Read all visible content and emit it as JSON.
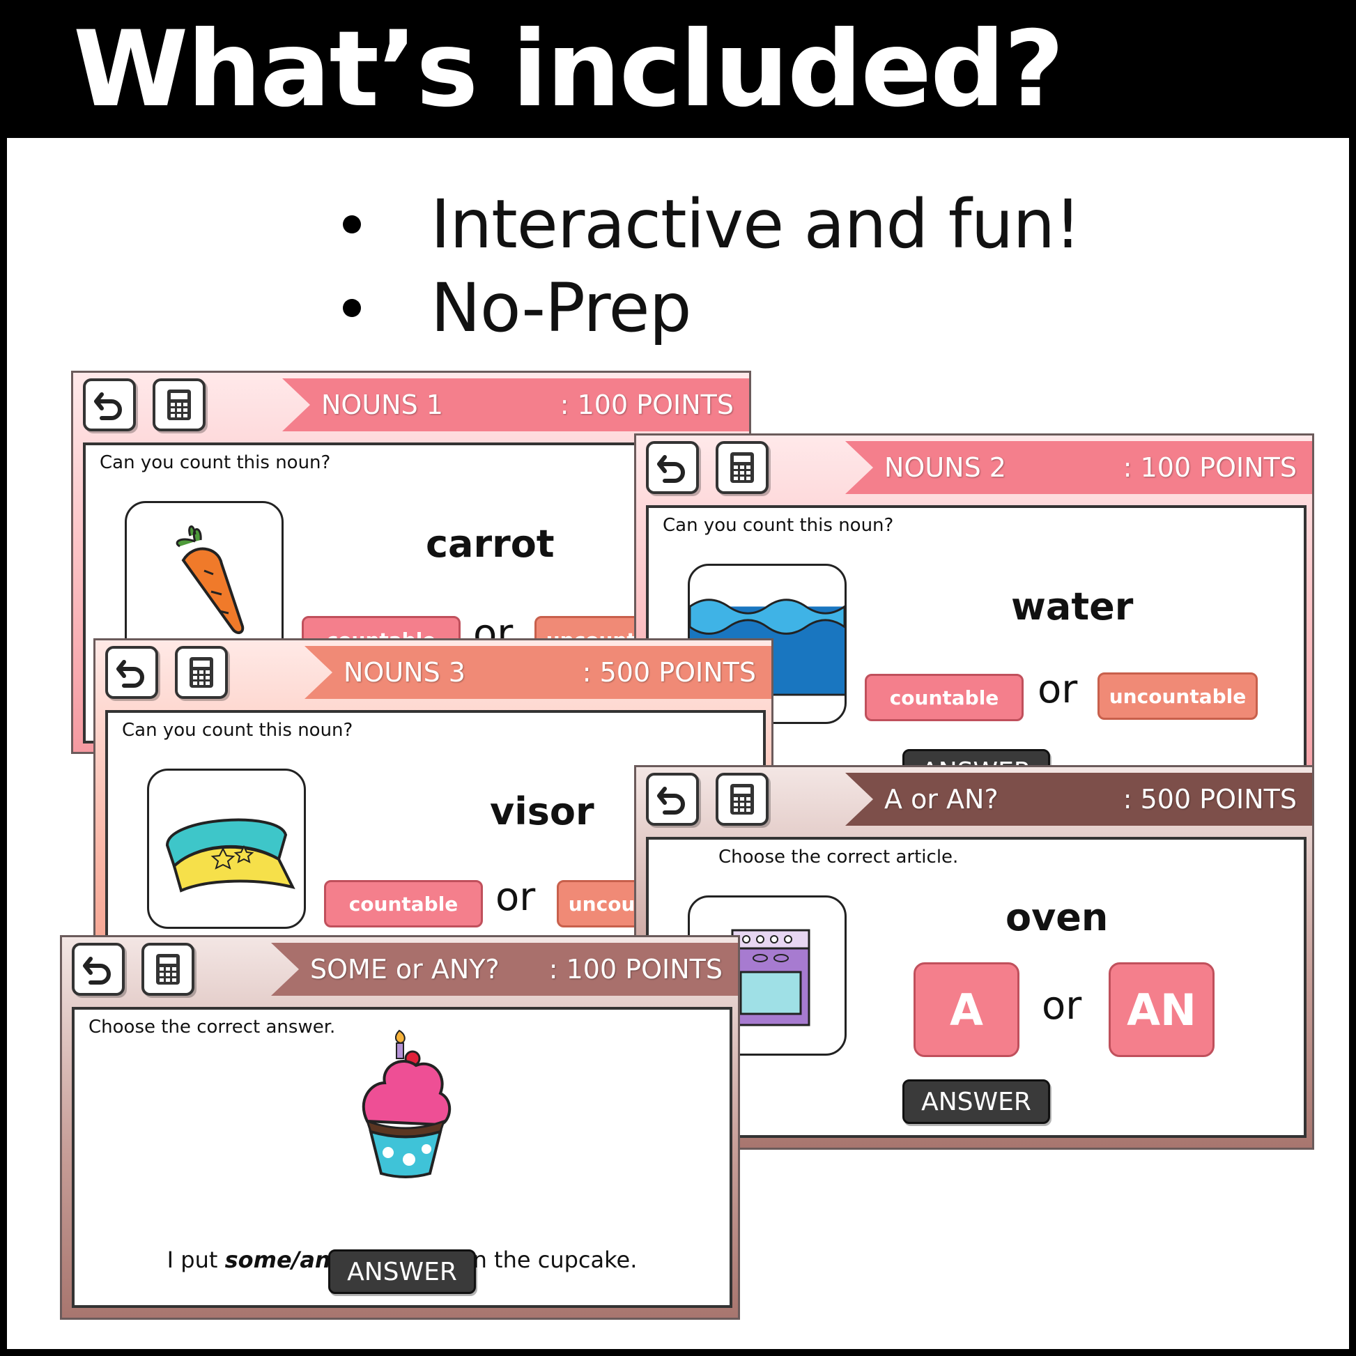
{
  "header": {
    "title": "What’s included?"
  },
  "bullets": [
    "Interactive and fun!",
    "No-Prep"
  ],
  "slides": {
    "nouns1": {
      "title": "NOUNS 1",
      "points": ": 100 POINTS",
      "question": "Can you count this noun?",
      "word": "carrot",
      "image_icon": "carrot-icon",
      "option_a": "countable",
      "or": "or",
      "option_b": "uncountable"
    },
    "nouns2": {
      "title": "NOUNS 2",
      "points": ": 100 POINTS",
      "question": "Can you count this noun?",
      "word": "water",
      "image_icon": "water-icon",
      "option_a": "countable",
      "or": "or",
      "option_b": "uncountable",
      "answer": "ANSWER"
    },
    "nouns3": {
      "title": "NOUNS 3",
      "points": ": 500 POINTS",
      "question": "Can you count this noun?",
      "word": "visor",
      "image_icon": "visor-icon",
      "option_a": "countable",
      "or": "or",
      "option_b": "uncountable"
    },
    "article": {
      "title": "A or AN?",
      "points": ": 500 POINTS",
      "question": "Choose the correct article.",
      "word": "oven",
      "image_icon": "oven-icon",
      "option_a": "A",
      "or": "or",
      "option_b": "AN",
      "answer": "ANSWER"
    },
    "someany": {
      "title": "SOME or ANY?",
      "points": ": 100 POINTS",
      "question": "Choose the correct answer.",
      "image_icon": "cupcake-icon",
      "sentence_pre": "I put ",
      "sentence_bold": "some/any",
      "sentence_post": " sprinkles on the cupcake.",
      "answer": "ANSWER"
    }
  },
  "icons": {
    "back": "undo-arrow-icon",
    "calculator": "calculator-icon"
  },
  "colors": {
    "pink": "#f47f8c",
    "salmon": "#f08a76",
    "brown": "#7d4f4a",
    "mauve": "#a9706c",
    "answer": "#3a3a3a"
  }
}
